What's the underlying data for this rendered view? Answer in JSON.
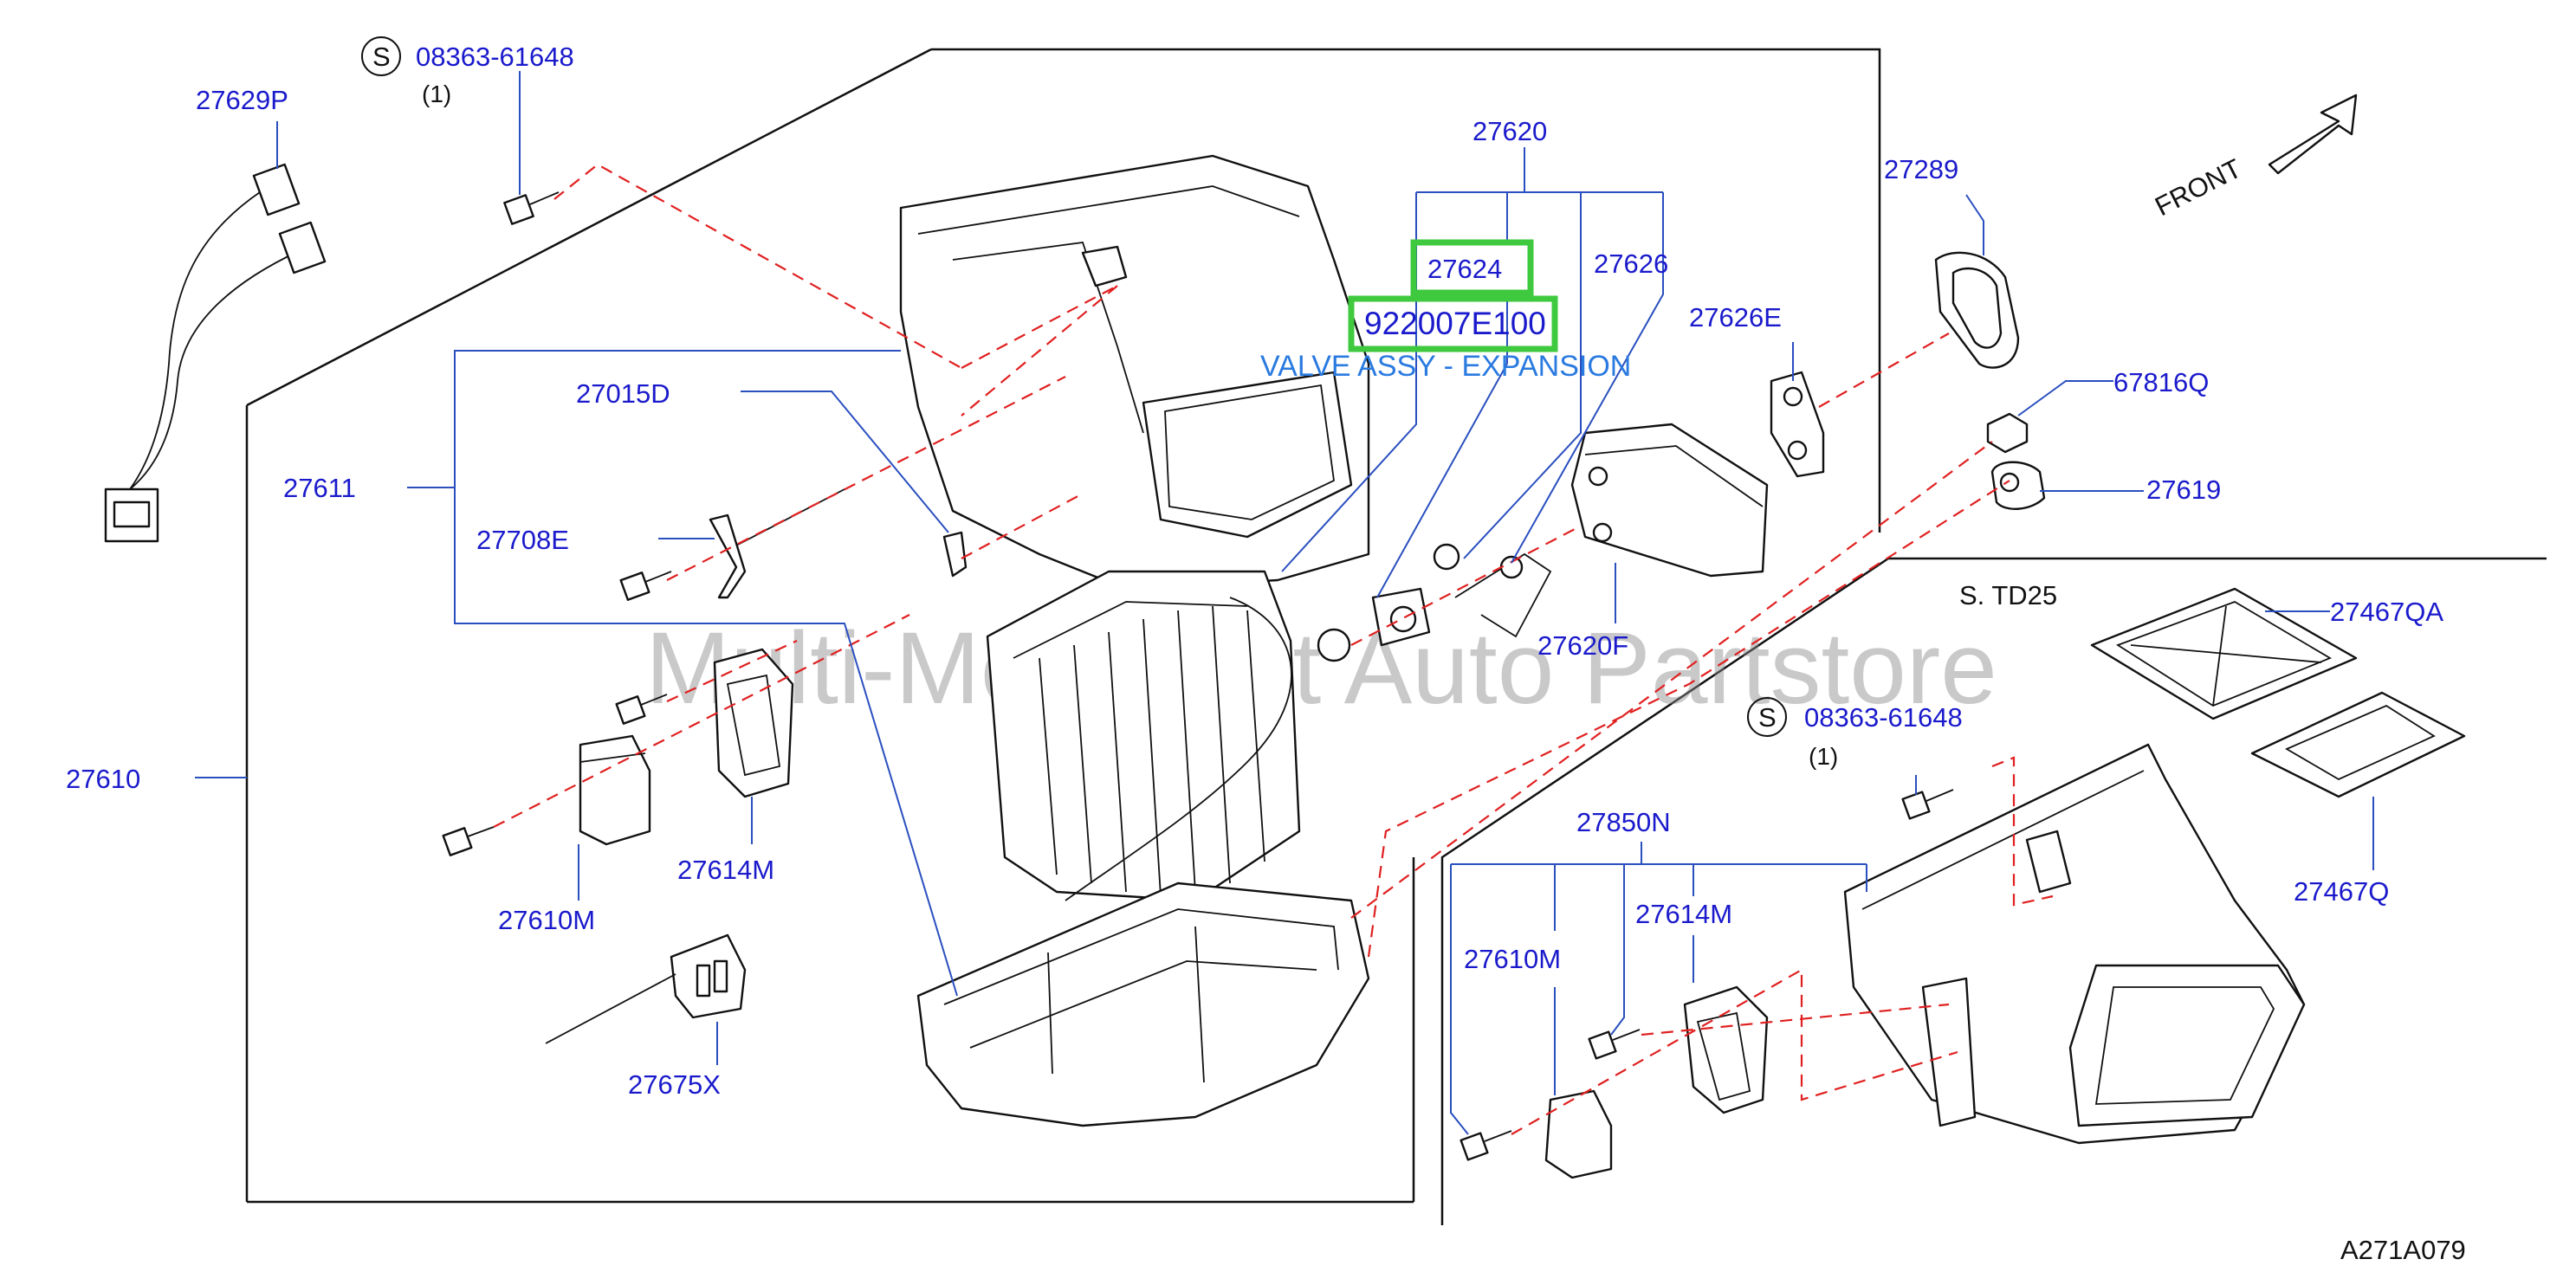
{
  "parts": {
    "p27629P": "27629P",
    "s_upper": "S",
    "p08363_upper": "08363-61648",
    "qty_upper": "(1)",
    "p27620": "27620",
    "p27624": "27624",
    "p922007E100": "922007E100",
    "desc_valve": "VALVE ASSY - EXPANSION",
    "p27626": "27626",
    "p27626E": "27626E",
    "p27289": "27289",
    "front": "FRONT",
    "p67816Q": "67816Q",
    "p27619": "27619",
    "p27015D": "27015D",
    "p27611": "27611",
    "p27708E": "27708E",
    "p27620F": "27620F",
    "p27610": "27610",
    "p27614M": "27614M",
    "p27610M": "27610M",
    "p27675X": "27675X",
    "variant": "S.  TD25",
    "p27467QA": "27467QA",
    "s_lower": "S",
    "p08363_lower": "08363-61648",
    "qty_lower": "(1)",
    "p27467Q": "27467Q",
    "p27850N": "27850N",
    "p27614M_b": "27614M",
    "p27610M_b": "27610M",
    "diagram_code": "A271A079"
  },
  "watermark": "Multi-Merchant Auto Partstore",
  "colors": {
    "part_number": "#1a1acc",
    "leader_line": "#2a4fbf",
    "highlight": "#3ec93e",
    "dashed_line": "#e02020"
  }
}
